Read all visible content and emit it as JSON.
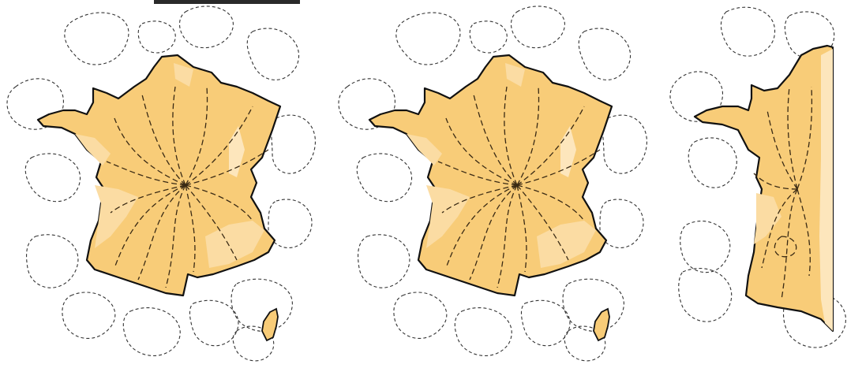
{
  "colors": {
    "land_main": "#f8cc78",
    "land_light": "#fbdca3",
    "land_highlight": "#fde6bc",
    "outline": "#111111",
    "flow_lines": "#3a2a14",
    "dashed_loops": "#333333",
    "background": "#ffffff"
  },
  "panels": [
    {
      "name": "map-original",
      "description_icon": "france-map-icon"
    },
    {
      "name": "map-duplicate",
      "description_icon": "france-map-icon"
    },
    {
      "name": "map-compressed",
      "description_icon": "france-map-icon"
    }
  ]
}
